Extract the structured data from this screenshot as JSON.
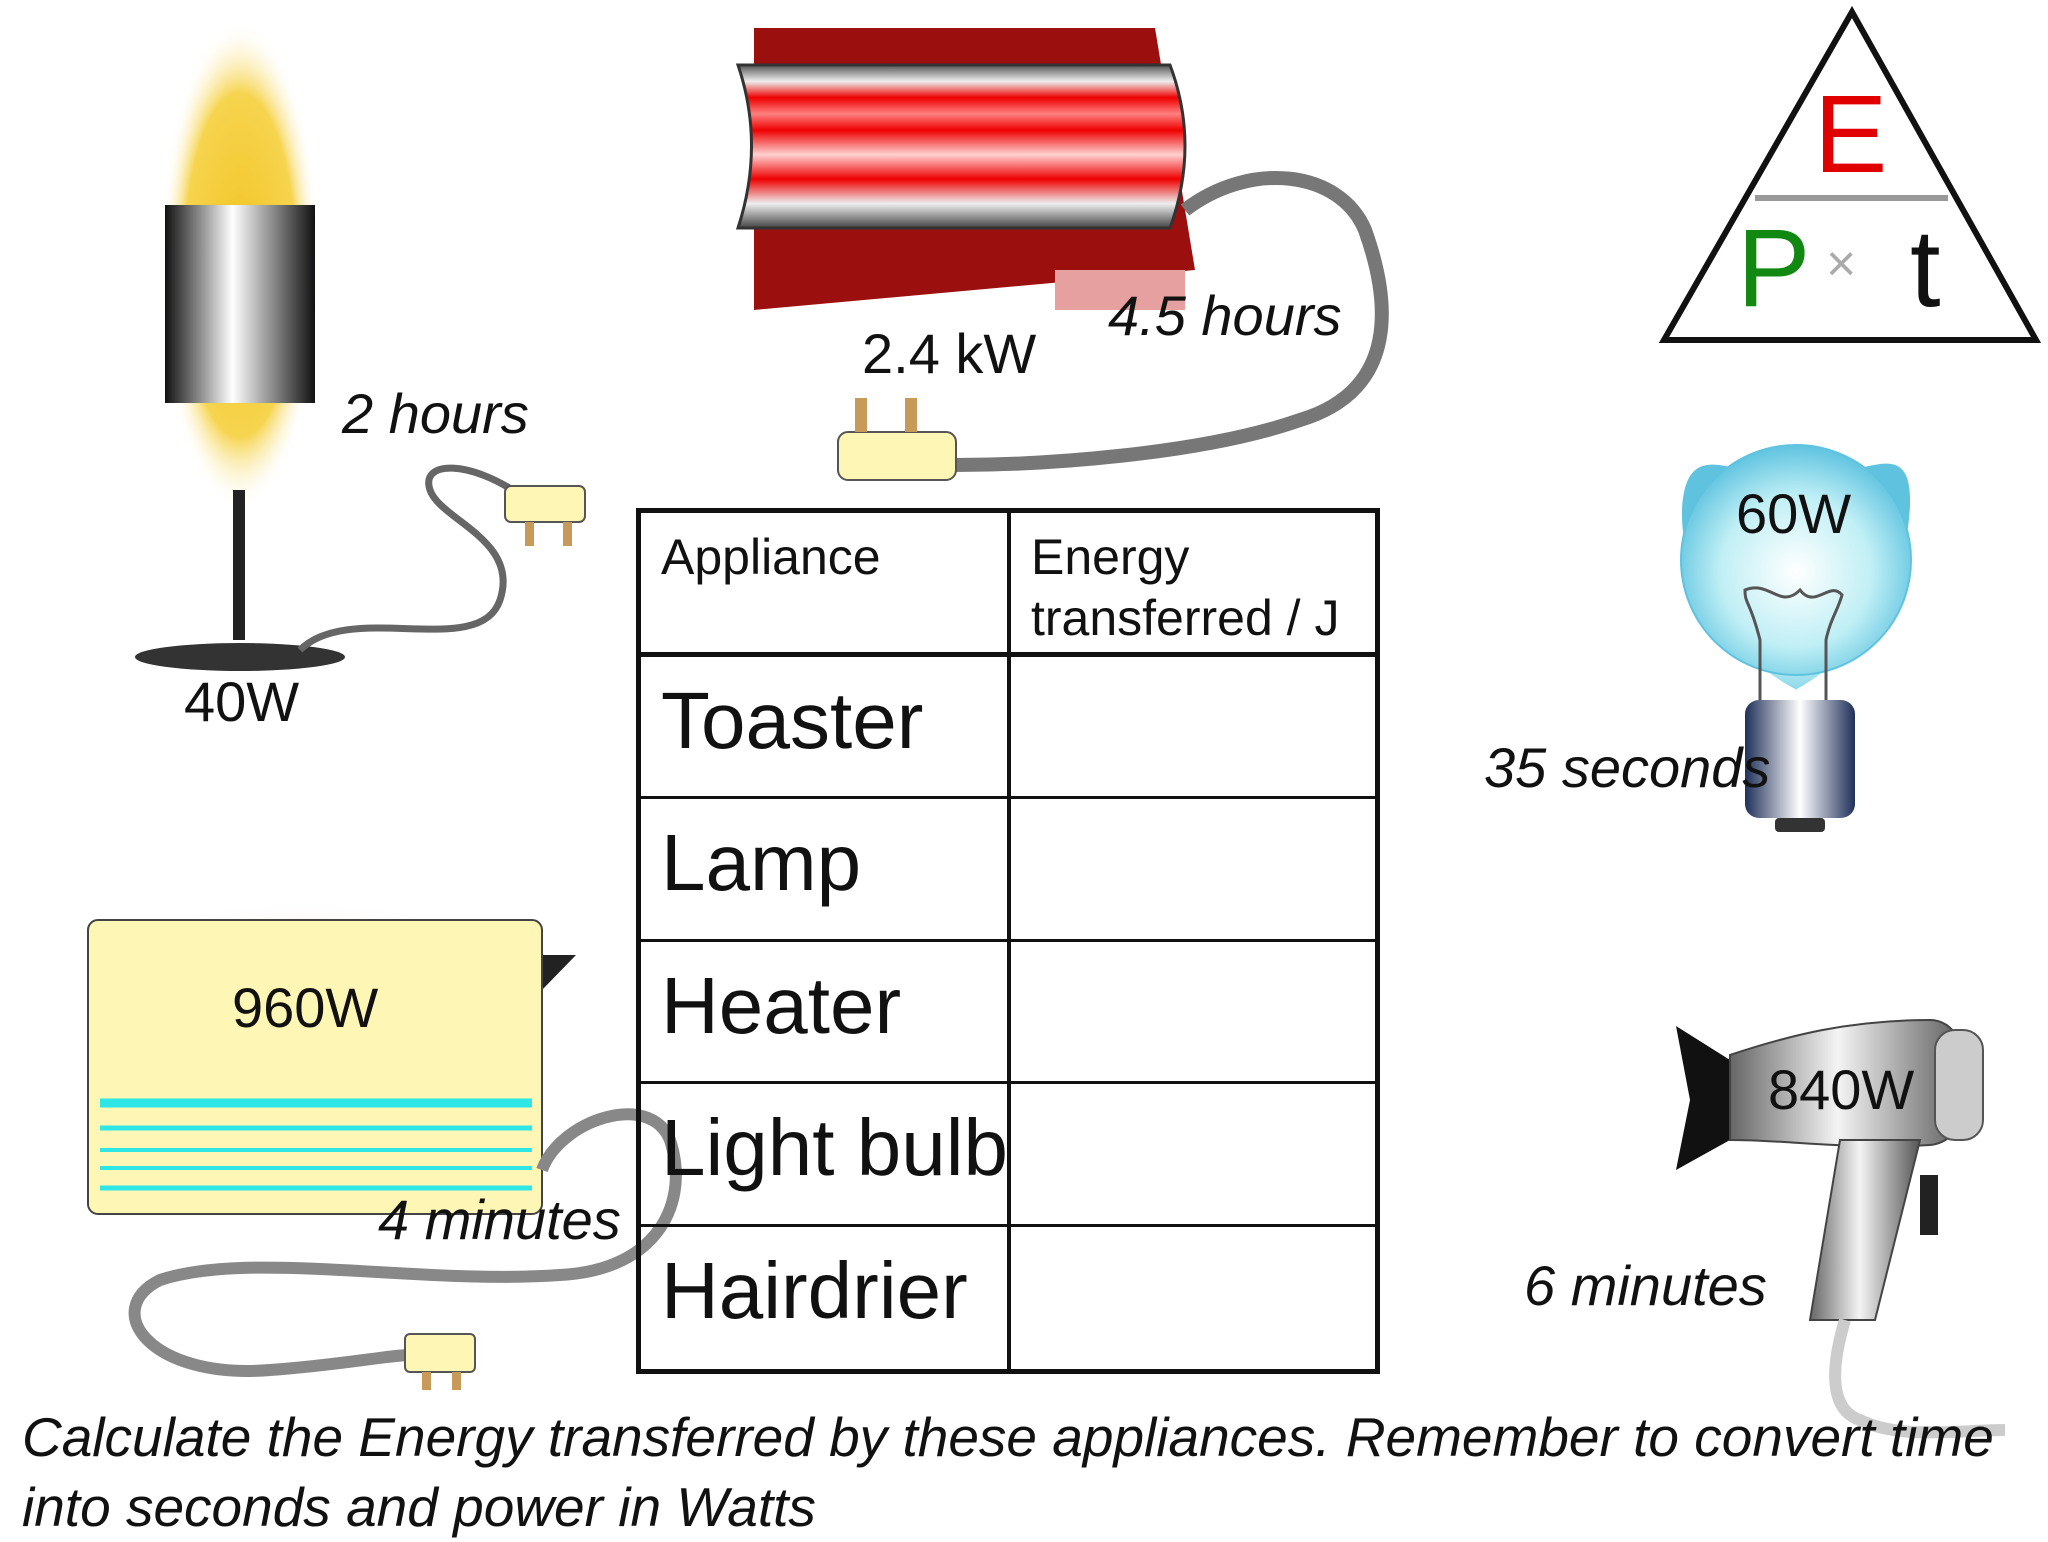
{
  "appliances": {
    "lamp": {
      "power": "40W",
      "time": "2 hours"
    },
    "heater": {
      "power": "2.4 kW",
      "time": "4.5 hours"
    },
    "toaster": {
      "power": "960W",
      "time": "4 minutes"
    },
    "bulb": {
      "power": "60W",
      "time": "35 seconds"
    },
    "hairdrier": {
      "power": "840W",
      "time": "6 minutes"
    }
  },
  "formula_triangle": {
    "top": "E",
    "bottom_left": "P",
    "operator": "×",
    "bottom_right": "t"
  },
  "table": {
    "headers": [
      "Appliance",
      "Energy transferred / J"
    ],
    "rows": [
      {
        "appliance": "Toaster",
        "energy": ""
      },
      {
        "appliance": "Lamp",
        "energy": ""
      },
      {
        "appliance": "Heater",
        "energy": ""
      },
      {
        "appliance": "Light bulb",
        "energy": ""
      },
      {
        "appliance": "Hairdrier",
        "energy": ""
      }
    ]
  },
  "instructions": "Calculate the Energy transferred by these appliances. Remember to convert time into seconds and power in Watts",
  "colors": {
    "energy": "#e00000",
    "power": "#118811",
    "time": "#111111",
    "operator": "#aaaaaa"
  }
}
